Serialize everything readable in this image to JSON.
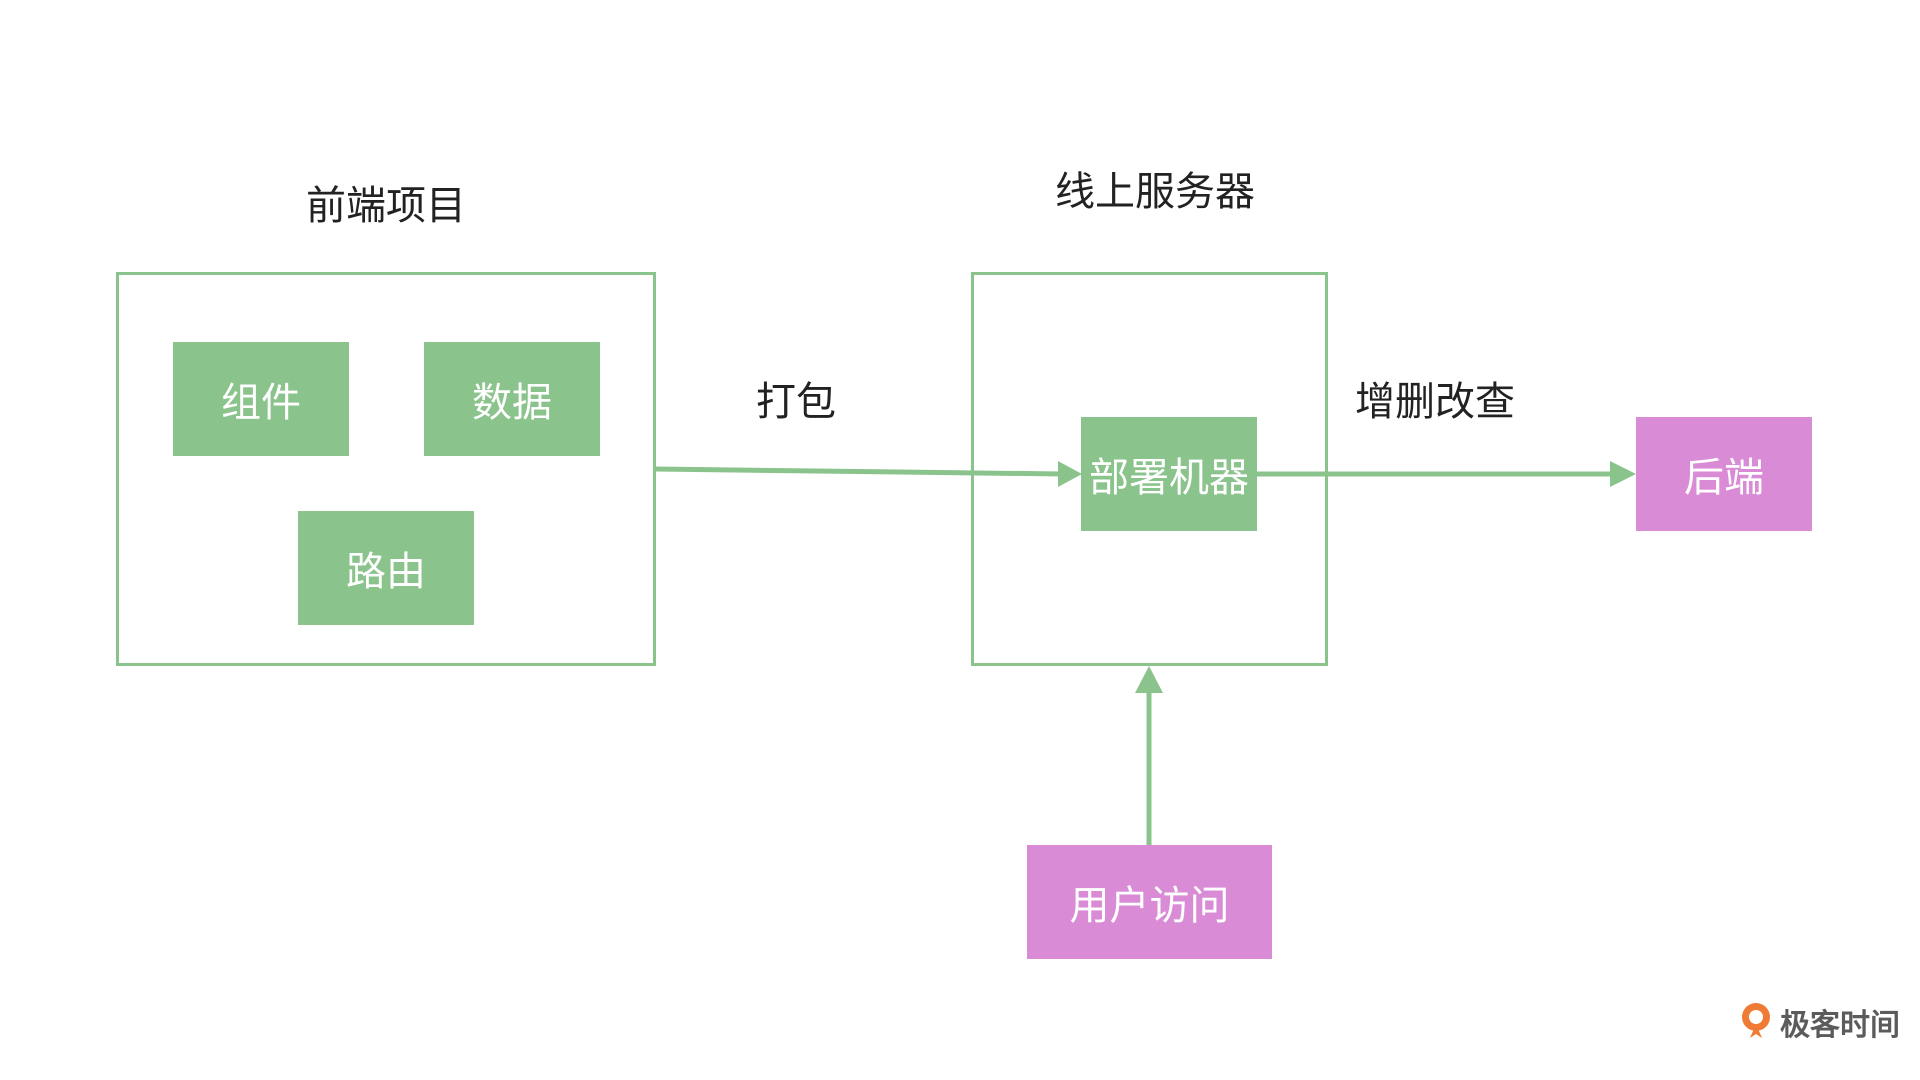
{
  "groups": {
    "frontend_title": "前端项目",
    "server_title": "线上服务器"
  },
  "nodes": {
    "components": "组件",
    "data": "数据",
    "router": "路由",
    "deploy": "部署机器",
    "backend": "后端",
    "user_access": "用户访问"
  },
  "edges": {
    "pack": "打包",
    "crud": "增删改查"
  },
  "colors": {
    "node_green": "#8bc38c",
    "node_pink": "#d98bd6",
    "edge": "#8bc38c"
  },
  "logo": {
    "text": "极客时间",
    "icon": "geektime-logo-icon"
  }
}
